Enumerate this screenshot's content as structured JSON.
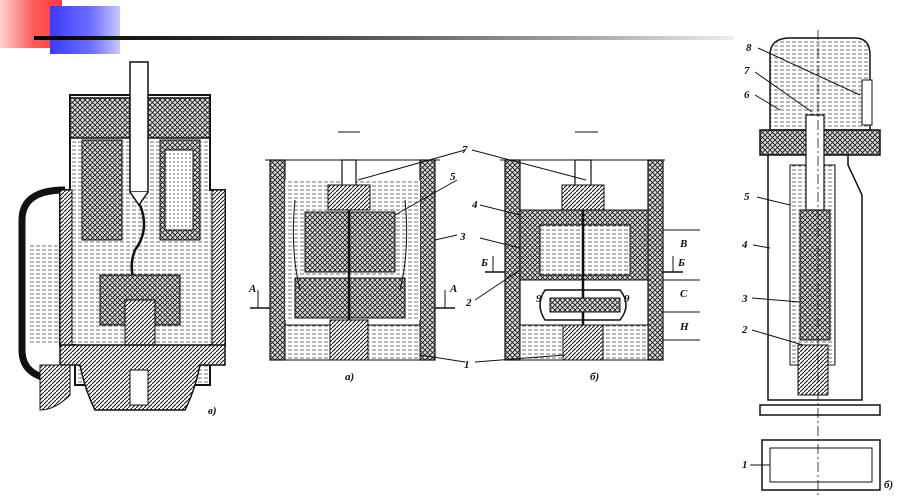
{
  "drawings": {
    "left": {
      "caption": "в)"
    },
    "middle_a": {
      "caption": "а)",
      "label_7": "7",
      "label_5": "5",
      "label_3": "3",
      "label_1": "1",
      "section_left": "А",
      "section_right": "А"
    },
    "middle_b": {
      "caption": "б)",
      "label_4": "4",
      "label_2": "2",
      "label_B": "B",
      "label_C": "C",
      "label_H": "H",
      "section_left": "Б",
      "section_right": "Б",
      "label_9_left": "9",
      "label_9_right": "9"
    },
    "right": {
      "caption": "б)",
      "labels": [
        "8",
        "7",
        "6",
        "5",
        "4",
        "3",
        "2",
        "1"
      ]
    }
  }
}
